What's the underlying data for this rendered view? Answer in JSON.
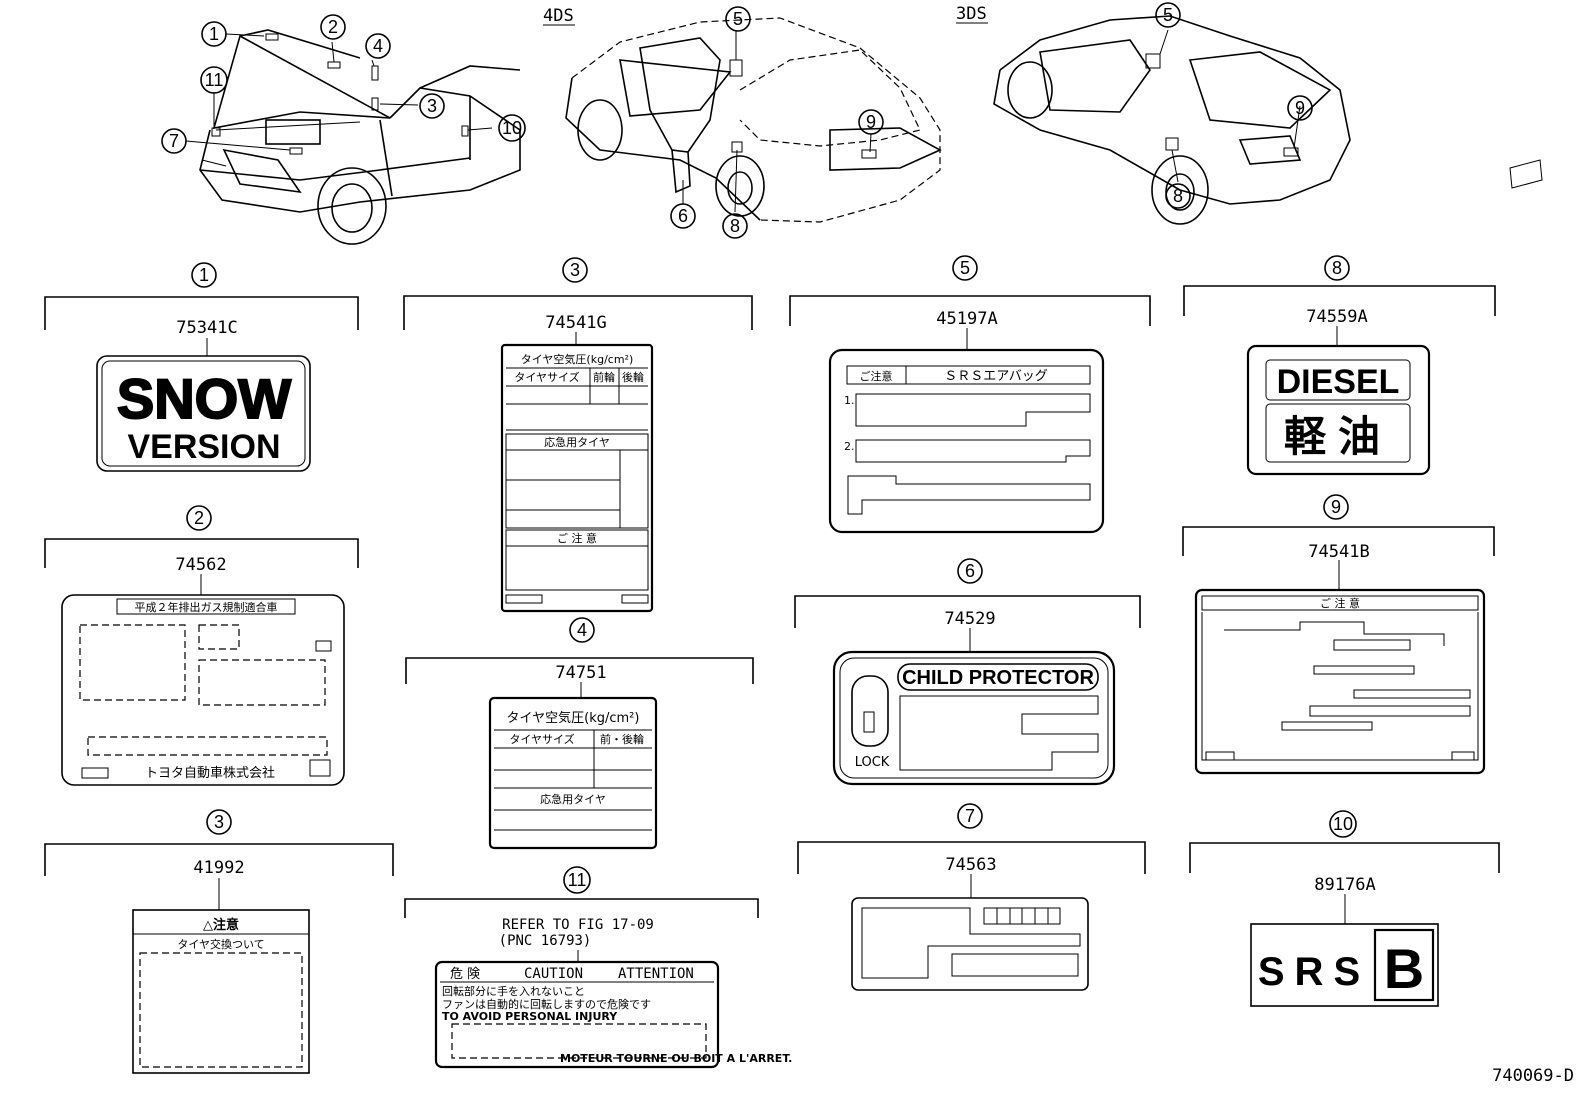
{
  "views": {
    "sedan_4ds": "4DS",
    "hatch_3ds": "3DS"
  },
  "callouts": [
    "1",
    "2",
    "3",
    "4",
    "5",
    "6",
    "7",
    "8",
    "9",
    "10",
    "11"
  ],
  "labels": {
    "l1": {
      "ref": "1",
      "part": "75341C",
      "line1": "SNOW",
      "line2": "VERSION"
    },
    "l2": {
      "ref": "2",
      "part": "74562",
      "header": "平成２年排出ガス規制適合車",
      "footer": "トヨタ自動車株式会社"
    },
    "l3a": {
      "ref": "3",
      "part": "74541G",
      "title": "タイヤ空気圧(kg/cm²)",
      "col1": "タイヤサイズ",
      "col2": "前輪",
      "col3": "後輪",
      "spare": "応急用タイヤ",
      "caution": "ご 注 意"
    },
    "l3b": {
      "ref": "3",
      "part": "41992",
      "title": "△注意",
      "subtitle": "タイヤ交換ついて"
    },
    "l4": {
      "ref": "4",
      "part": "74751",
      "title": "タイヤ空気圧(kg/cm²)",
      "col1": "タイヤサイズ",
      "col2": "前・後輪",
      "spare": "応急用タイヤ"
    },
    "l11": {
      "ref": "11",
      "part_line1": "REFER TO FIG 17-09",
      "part_line2": "(PNC 16793)",
      "danger": "危 険",
      "caution": "CAUTION",
      "attention": "ATTENTION",
      "line1": "回転部分に手を入れないこと",
      "line2": "ファンは自動的に回転しますので危険です",
      "line3": "TO AVOID PERSONAL INJURY",
      "line4": "MOTEUR TOURNE OU BOIT A L'ARRET."
    },
    "l5": {
      "ref": "5",
      "part": "45197A",
      "tag": "ご注意",
      "title": "ＳＲＳエアバッグ",
      "n1": "1.",
      "n2": "2."
    },
    "l6": {
      "ref": "6",
      "part": "74529",
      "title": "CHILD PROTECTOR",
      "lock": "LOCK"
    },
    "l7": {
      "ref": "7",
      "part": "74563"
    },
    "l8": {
      "ref": "8",
      "part": "74559A",
      "line1": "DIESEL",
      "line2": "軽油"
    },
    "l9": {
      "ref": "9",
      "part": "74541B",
      "title": "ご 注 意"
    },
    "l10": {
      "ref": "10",
      "part": "89176A",
      "text": "SRS",
      "box": "B"
    }
  },
  "drawing_id": "740069-D"
}
